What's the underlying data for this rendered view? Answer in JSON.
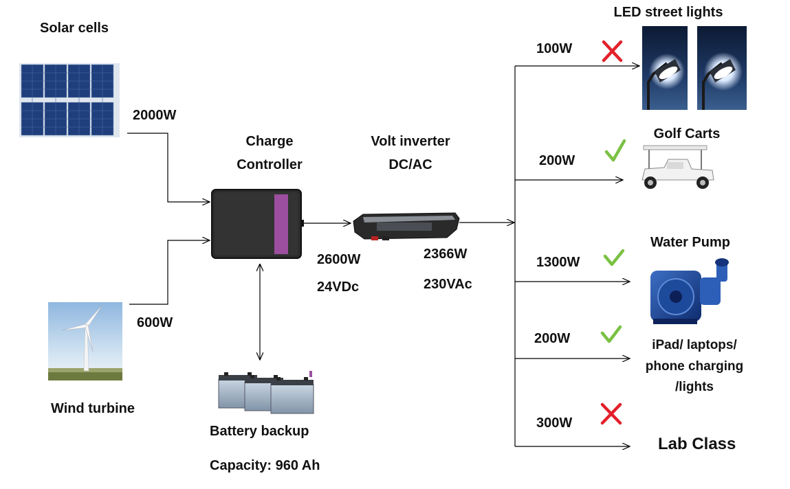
{
  "sources": {
    "solar": {
      "label": "Solar cells",
      "power": "2000W"
    },
    "wind": {
      "label": "Wind turbine",
      "power": "600W"
    }
  },
  "controller": {
    "label_line1": "Charge",
    "label_line2": "Controller"
  },
  "controller_output": {
    "power": "2600W",
    "voltage": "24VDc"
  },
  "inverter": {
    "label_line1": "Volt inverter",
    "label_line2": "DC/AC",
    "power": "2366W",
    "voltage": "230VAc"
  },
  "battery": {
    "label": "Battery backup",
    "capacity": "Capacity:  960 Ah"
  },
  "loads": {
    "street_lights": {
      "label": "LED street lights",
      "power": "100W",
      "status": "x"
    },
    "golf_carts": {
      "label": "Golf Carts",
      "power": "200W",
      "status": "check"
    },
    "water_pump": {
      "label": "Water Pump",
      "power": "1300W",
      "status": "check"
    },
    "charging": {
      "label_line1": "iPad/ laptops/",
      "label_line2": "phone charging",
      "label_line3": "/lights",
      "power": "200W",
      "status": "check"
    },
    "lab_class": {
      "label": "Lab Class",
      "power": "300W",
      "status": "x"
    }
  },
  "colors": {
    "check": "#7ac143",
    "cross": "#e3202a",
    "line": "#000000",
    "controller_strip": "#9b4f9e"
  }
}
